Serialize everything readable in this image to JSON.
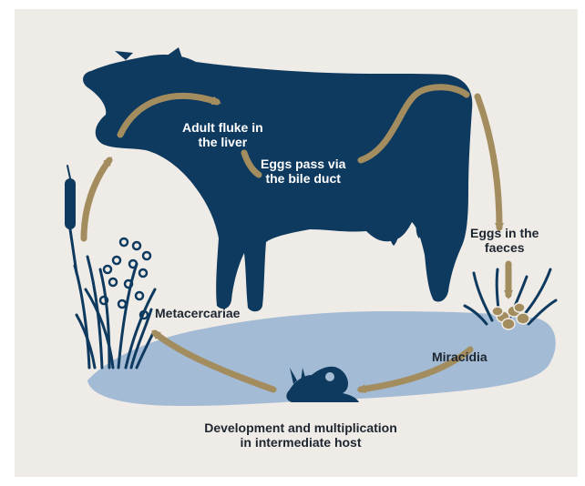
{
  "diagram": {
    "labels": {
      "adult_fluke_line1": "Adult fluke in",
      "adult_fluke_line2": "the liver",
      "eggs_bile_line1": "Eggs pass via",
      "eggs_bile_line2": "the bile duct",
      "eggs_faeces_line1": "Eggs in the",
      "eggs_faeces_line2": "faeces",
      "miracidia": "Miracidia",
      "metacercariae": "Metacercariae",
      "development_line1": "Development and multiplication",
      "development_line2": "in intermediate host"
    },
    "icons": [
      "cow-silhouette",
      "water-pond",
      "reed-plant",
      "snail",
      "egg-cluster",
      "cycle-arrow"
    ],
    "colors": {
      "background": "#efebe6",
      "cow": "#0f3a5f",
      "arrow": "#a38d5f",
      "water": "#a3bbd4",
      "text_light": "#ffffff",
      "text_dark": "#1d2630"
    }
  }
}
